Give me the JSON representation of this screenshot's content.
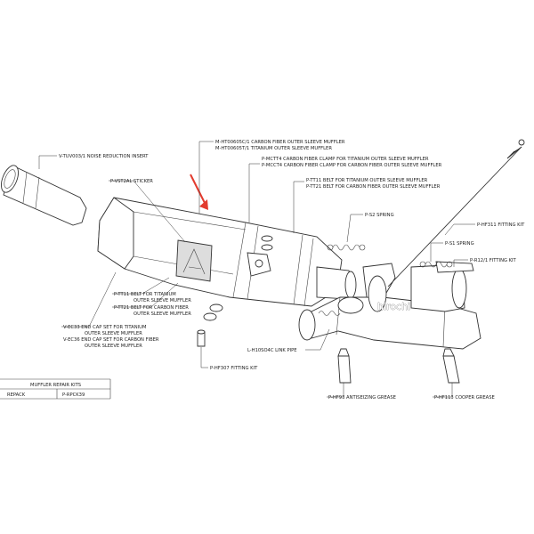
{
  "labels": {
    "tuv": "V-TUV003/1  NOISE REDUCTION INSERT",
    "ht_carbon": "M-HT00605C/1  CARBON FIBER OUTER SLEEVE MUFFLER",
    "ht_titanium": "M-HT00605T/1  TITANIUM OUTER SLEEVE MUFFLER",
    "mctt4": "P-MCTT4  CARBON FIBER CLAMP FOR TITANIUM OUTER SLEEVE MUFFLER",
    "mcct4": "P-MCCT4  CARBON FIBER CLAMP FOR CARBON FIBER OUTER SLEEVE MUFFLER",
    "sticker": "P-VST2AL  STICKER",
    "tt11_top": "P-TT11  BELT FOR TITANIUM OUTER SLEEVE MUFFLER",
    "tt21_top": "P-TT21  BELT FOR CARBON FIBER OUTER SLEEVE MUFFLER",
    "s2": "P-S2  SPRING",
    "hf311": "P-HF311  FITTING KIT",
    "s1": "P-S1  SPRING",
    "r12": "P-R12/1  FITTING KIT",
    "tt11_a": "P-TT11  BELT FOR TITANIUM",
    "tt11_b": "OUTER SLEEVE MUFFLER",
    "tt21_a": "P-TT21  BELT FOR CARBON FIBER",
    "tt21_b": "OUTER SLEEVE MUFFLER",
    "ec33_a": "V-EC33  END CAP SET FOR TITANIUM",
    "ec33_b": "OUTER SLEEVE MUFFLER",
    "ec36_a": "V-EC36  END CAP SET FOR CARBON FIBER",
    "ec36_b": "OUTER SLEEVE MUFFLER",
    "link": "L-H10SO4C  LINK PIPE",
    "hf307": "P-HF307  FITTING KIT",
    "hf93": "P-HF93  ANTISEIZING GREASE",
    "hf113": "P-HF113  COOPER GREASE"
  },
  "table": {
    "title": "MUFFLER REPAIR KITS",
    "rows": [
      {
        "name": "REPACK",
        "code": "P-RPCK39"
      }
    ]
  },
  "watermark": "hirochi",
  "colors": {
    "arrow": "#e23b2e",
    "line": "#333333",
    "fill": "#ffffff"
  }
}
